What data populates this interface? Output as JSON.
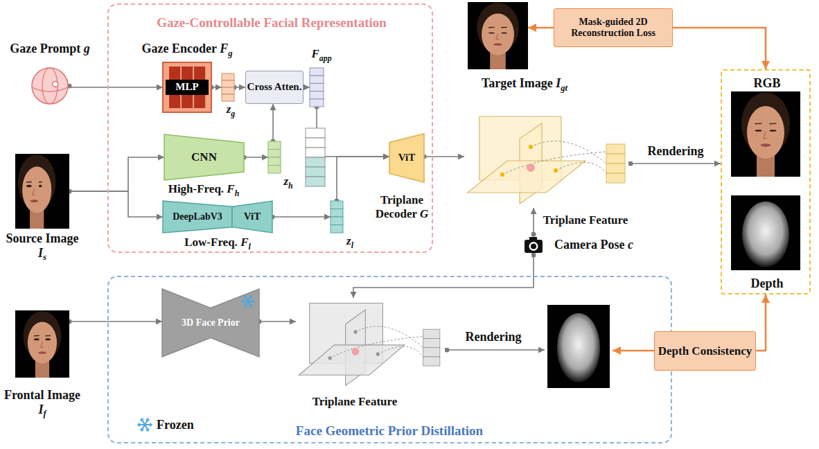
{
  "diagram": {
    "nodes": [
      {
        "text": [
          "Gaze-Controllable Facial Representation"
        ]
      },
      {
        "text": [
          "Gaze Encoder Fg",
          "MLP"
        ],
        "in": 0
      },
      {
        "text": [
          "zg"
        ],
        "in": 0
      },
      {
        "text": [
          "Cross Atten."
        ],
        "in": 0
      },
      {
        "text": [
          "Fapp"
        ],
        "in": 0
      },
      {
        "text": [
          "CNN",
          "High-Freq. Fh"
        ],
        "in": 0
      },
      {
        "text": [
          "zh"
        ],
        "in": 0
      },
      {
        "text": [
          "DeepLabV3",
          "Low-Freq. Fl"
        ],
        "in": 0
      },
      {
        "text": [
          "ViT"
        ],
        "in": 0
      },
      {
        "text": [
          "zl"
        ],
        "in": 0
      },
      {
        "text": [
          "ViT",
          "Triplane Decoder G"
        ],
        "in": 0
      },
      {
        "text": [
          "Gaze Prompt g"
        ]
      },
      {
        "text": [
          "Source Image Is"
        ]
      },
      {
        "text": [
          "Target Image Igt"
        ]
      },
      {
        "text": [
          "Mask-guided 2D Reconstruction Loss"
        ]
      },
      {
        "text": [
          "Triplane Feature"
        ]
      },
      {
        "text": [
          "RGB",
          "Depth"
        ]
      },
      {
        "text": [
          "Camera Pose c"
        ]
      },
      {
        "text": [
          "Face Geometric Prior Distillation"
        ]
      },
      {
        "text": [
          "3D Face Prior"
        ],
        "in": 18
      },
      {
        "text": [
          "Triplane Feature"
        ],
        "in": 18
      },
      {
        "text": [
          "Frontal Image If"
        ]
      },
      {
        "text": [
          "Depth Consistency"
        ]
      }
    ],
    "edges": [
      {
        "from": 11,
        "to": 1,
        "arrow": "to"
      },
      {
        "from": 1,
        "to": 2,
        "arrow": "to"
      },
      {
        "from": 2,
        "to": 3,
        "arrow": "to"
      },
      {
        "from": 3,
        "to": 4,
        "arrow": "to"
      },
      {
        "from": 12,
        "to": 5,
        "arrow": "to"
      },
      {
        "from": 12,
        "to": 7,
        "arrow": "to"
      },
      {
        "from": 5,
        "to": 6,
        "arrow": "to"
      },
      {
        "from": 6,
        "to": 3,
        "arrow": "to"
      },
      {
        "from": 4,
        "to": 10,
        "arrow": "to"
      },
      {
        "from": 8,
        "to": 9,
        "arrow": "to"
      },
      {
        "from": 9,
        "to": 10,
        "arrow": "to"
      },
      {
        "from": 10,
        "to": 15,
        "arrow": "to"
      },
      {
        "from": 17,
        "to": 15,
        "arrow": "to"
      },
      {
        "from": 17,
        "to": 20,
        "arrow": "to"
      },
      {
        "from": 15,
        "to": 16,
        "label": "Rendering",
        "arrow": "to"
      },
      {
        "from": 21,
        "to": 19,
        "arrow": "to"
      },
      {
        "from": 19,
        "to": 20,
        "arrow": "to"
      },
      {
        "from": 14,
        "to": 13,
        "arrow": "to"
      },
      {
        "from": 14,
        "to": 16,
        "arrow": "to"
      },
      {
        "from": 22,
        "to": 16,
        "arrow": "to"
      }
    ],
    "labels": [
      "Rendering"
    ],
    "legend": [
      {
        "text": "Frozen"
      }
    ]
  }
}
